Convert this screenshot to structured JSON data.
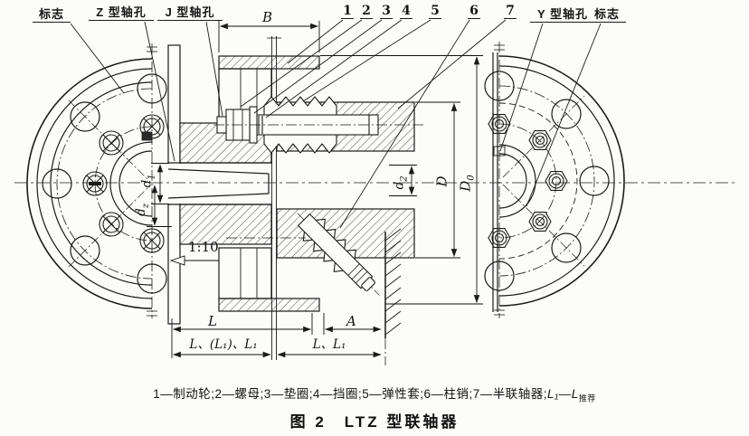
{
  "callouts": {
    "mark_left": "标志",
    "z_bore": "Z 型轴孔",
    "j_bore": "J 型轴孔",
    "y_bore": "Y 型轴孔",
    "mark_right": "标志",
    "part_numbers": [
      "1",
      "2",
      "3",
      "4",
      "5",
      "6",
      "7"
    ]
  },
  "dims": {
    "B": "B",
    "d1": {
      "base": "d",
      "sub": "1"
    },
    "dz": {
      "base": "d",
      "sub": "z"
    },
    "d2": {
      "base": "d",
      "sub": "2"
    },
    "D": {
      "base": "D",
      "sub": ""
    },
    "D0": {
      "base": "D",
      "sub": "0"
    },
    "taper": "1:10",
    "L": "L",
    "A": "A",
    "left_total": "L、(L₁)、L₁",
    "right_total": "L、L₁"
  },
  "caption": {
    "parts_list": "1—制动轮;2—螺母;3—垫圈;4—挡圈;5—弹性套;6—柱销;7—半联轴器;",
    "l_note_base": "L₁—L",
    "l_note_sub": "推荐"
  },
  "title": "图 2　LTZ 型联轴器",
  "colors": {
    "ink": "#1b1b1b",
    "paper": "#fcfcfa"
  }
}
